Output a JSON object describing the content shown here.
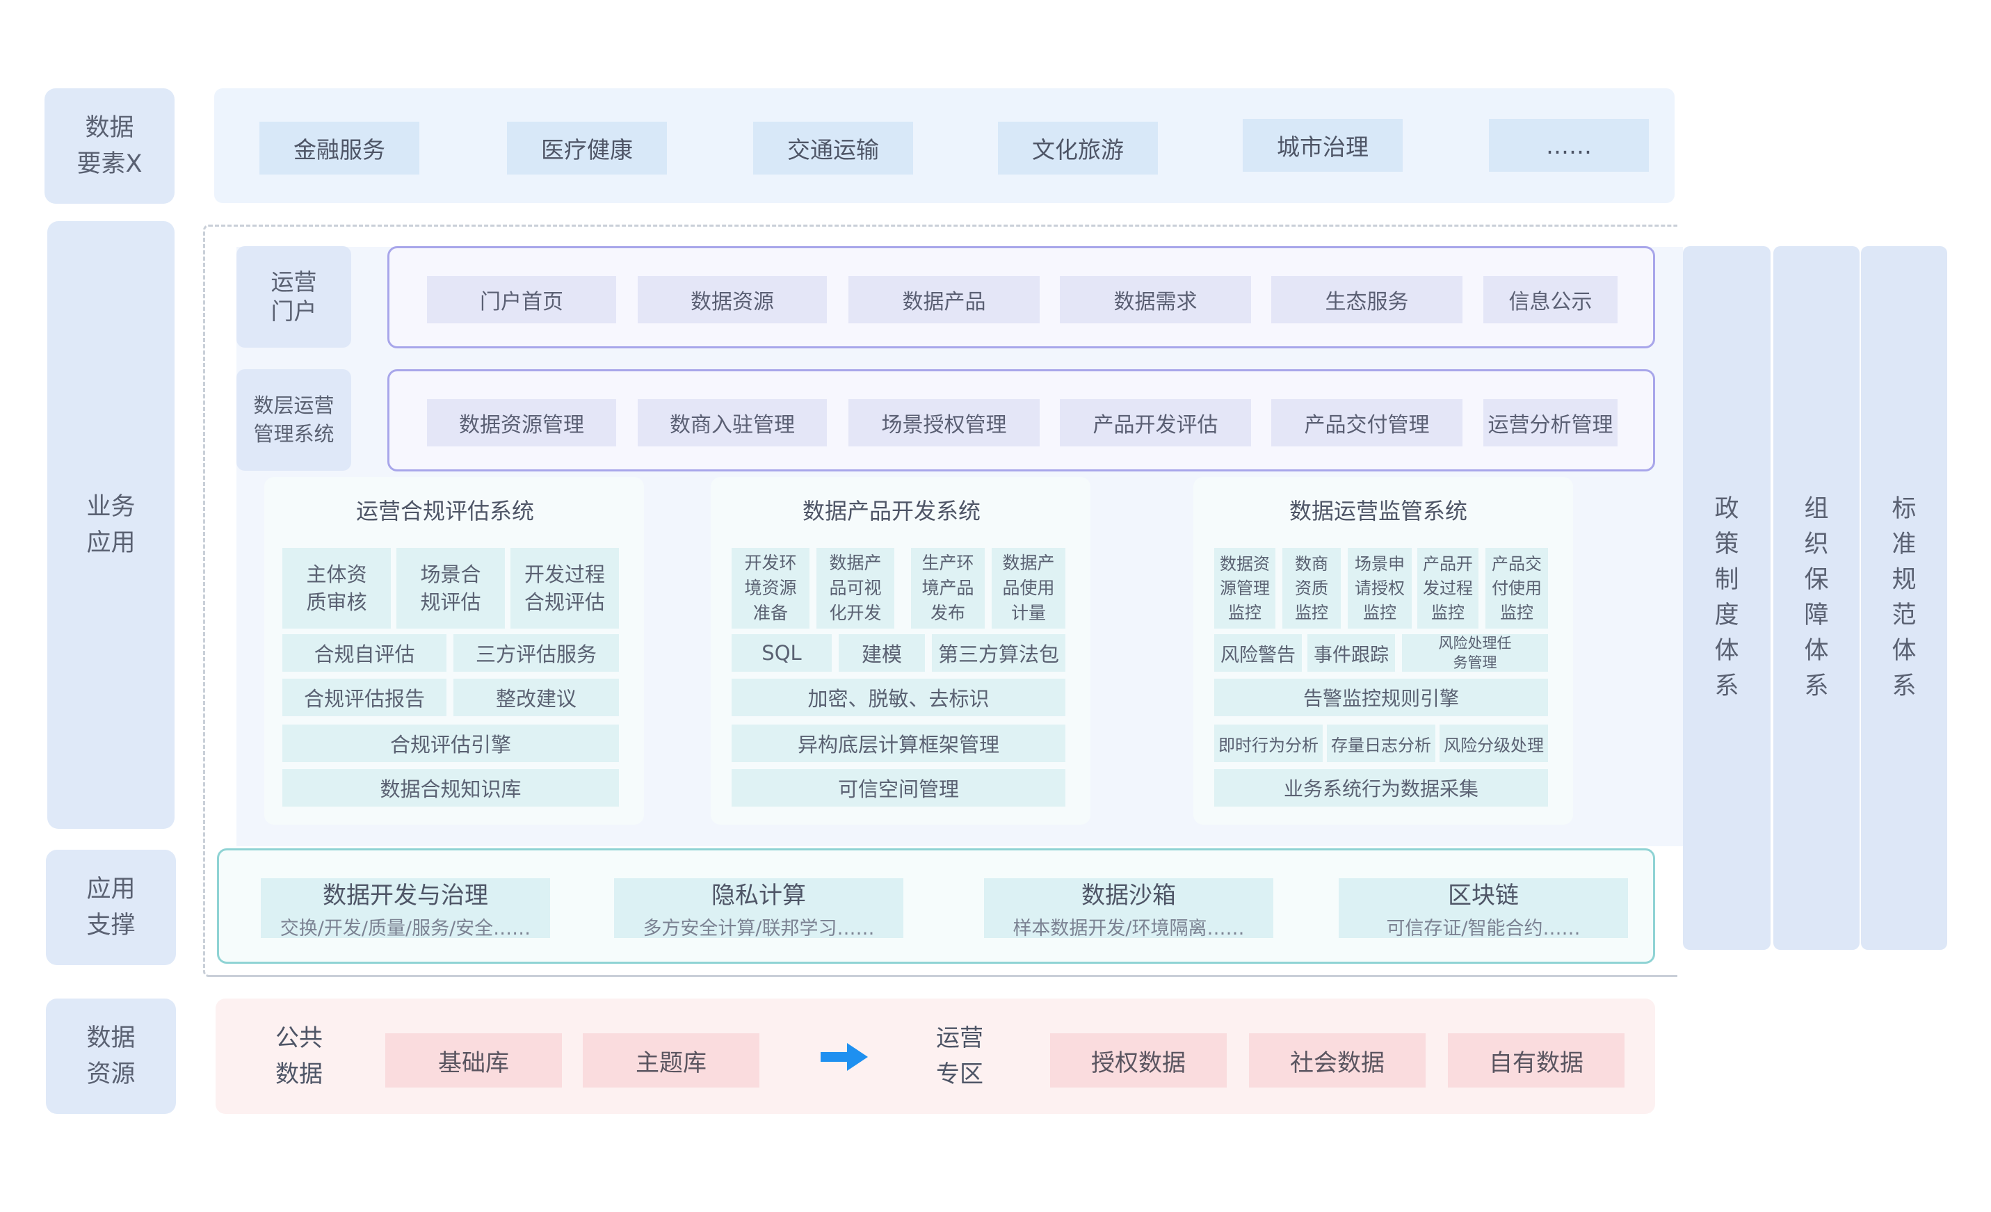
{
  "side_labels": {
    "data_element": "数据\n要素X",
    "business": "业务\n应用",
    "app_support": "应用\n支撑",
    "data_source": "数据\n资源"
  },
  "industries": [
    "金融服务",
    "医疗健康",
    "交通运输",
    "文化旅游",
    "城市治理",
    "……"
  ],
  "portal": {
    "label": "运营\n门户",
    "items": [
      "门户首页",
      "数据资源",
      "数据产品",
      "数据需求",
      "生态服务",
      "信息公示"
    ]
  },
  "mgmt": {
    "label": "数层运营\n管理系统",
    "items": [
      "数据资源管理",
      "数商入驻管理",
      "场景授权管理",
      "产品开发评估",
      "产品交付管理",
      "运营分析管理"
    ]
  },
  "compliance": {
    "title": "运营合规评估系统",
    "row1": [
      "主体资\n质审核",
      "场景合\n规评估",
      "开发过程\n合规评估"
    ],
    "row2": [
      "合规自评估",
      "三方评估服务"
    ],
    "row3": [
      "合规评估报告",
      "整改建议"
    ],
    "row4": "合规评估引擎",
    "row5": "数据合规知识库"
  },
  "product_dev": {
    "title": "数据产品开发系统",
    "row1": [
      "开发环\n境资源\n准备",
      "数据产\n品可视\n化开发",
      "生产环\n境产品\n发布",
      "数据产\n品使用\n计量"
    ],
    "row2": [
      "SQL",
      "建模",
      "第三方算法包"
    ],
    "row3": "加密、脱敏、去标识",
    "row4": "异构底层计算框架管理",
    "row5": "可信空间管理"
  },
  "monitor": {
    "title": "数据运营监管系统",
    "row1": [
      "数据资\n源管理\n监控",
      "数商\n资质\n监控",
      "场景申\n请授权\n监控",
      "产品开\n发过程\n监控",
      "产品交\n付使用\n监控"
    ],
    "row2": [
      "风险警告",
      "事件跟踪",
      "风险处理任\n务管理"
    ],
    "row3": "告警监控规则引擎",
    "row4": [
      "即时行为分析",
      "存量日志分析",
      "风险分级处理"
    ],
    "row5": "业务系统行为数据采集"
  },
  "support": [
    {
      "title": "数据开发与治理",
      "sub": "交换/开发/质量/服务/安全……"
    },
    {
      "title": "隐私计算",
      "sub": "多方安全计算/联邦学习……"
    },
    {
      "title": "数据沙箱",
      "sub": "样本数据开发/环境隔离……"
    },
    {
      "title": "区块链",
      "sub": "可信存证/智能合约……"
    }
  ],
  "sources": {
    "public_label": "公共\n数据",
    "public_items": [
      "基础库",
      "主题库"
    ],
    "zone_label": "运营\n专区",
    "zone_items": [
      "授权数据",
      "社会数据",
      "自有数据"
    ],
    "arrow_icon": "arrow-right-icon",
    "arrow_color": "#1e90f0"
  },
  "pillars": [
    "政\n策\n制\n度\n体\n系",
    "组\n织\n保\n障\n体\n系",
    "标\n准\n规\n范\n体\n系"
  ]
}
